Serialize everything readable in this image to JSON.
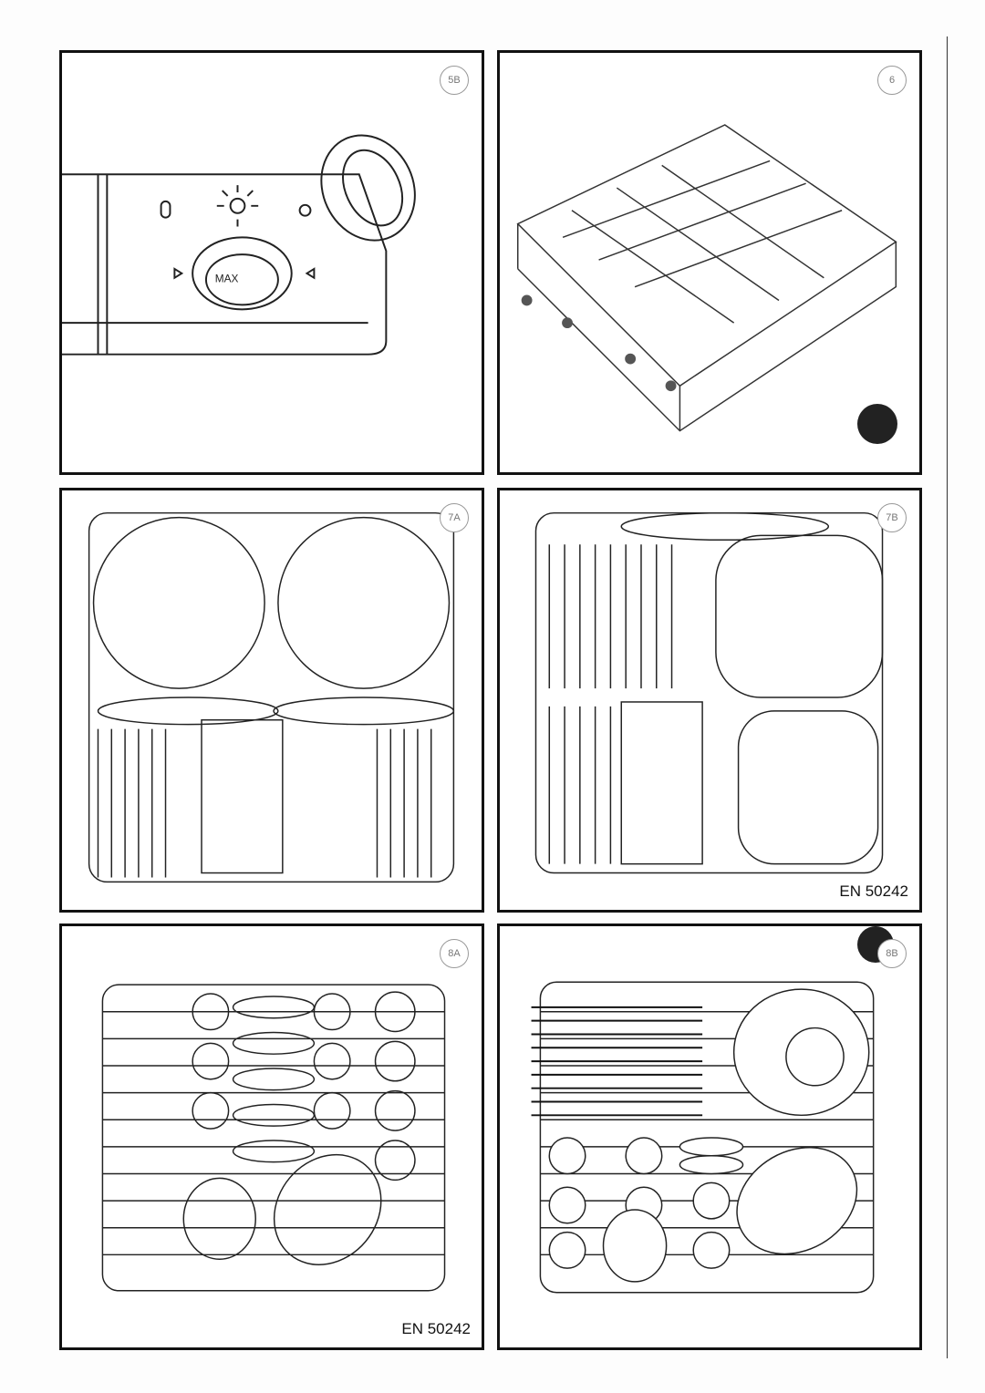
{
  "panels": [
    {
      "id": "5B",
      "dial_label": "MAX"
    },
    {
      "id": "6"
    },
    {
      "id": "7A"
    },
    {
      "id": "7B",
      "standard": "EN 50242"
    },
    {
      "id": "8A",
      "standard": "EN 50242"
    },
    {
      "id": "8B"
    }
  ]
}
